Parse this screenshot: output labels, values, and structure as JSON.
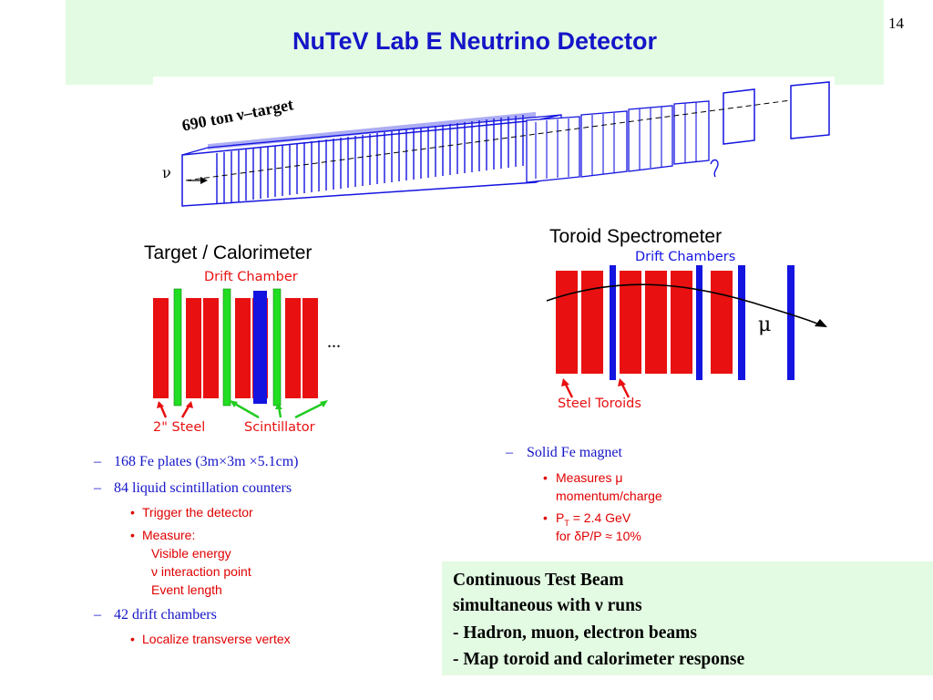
{
  "slide": {
    "title": "NuTeV Lab E Neutrino Detector",
    "number": "14"
  },
  "overview": {
    "target_label": "690 ton ν–target",
    "nu_label": "ν"
  },
  "target_cal": {
    "caption": "Target / Calorimeter",
    "drift_label": "Drift Chamber",
    "steel_label": "2\" Steel",
    "scint_label": "Scintillator",
    "ellipsis": "..."
  },
  "toroid": {
    "caption": "Toroid Spectrometer",
    "drift_label": "Drift Chambers",
    "steel_label": "Steel Toroids",
    "mu_label": "μ"
  },
  "left_bullets": {
    "plates": "168 Fe plates (3m×3m ×5.1cm)",
    "counters": "84 liquid scintillation counters",
    "trigger": "Trigger the detector",
    "measure": "Measure:",
    "visible_energy": "Visible energy",
    "interaction_point": "ν interaction point",
    "event_length": "Event length",
    "drift": "42 drift chambers",
    "localize": "Localize transverse vertex"
  },
  "right_bullets": {
    "magnet": "Solid Fe magnet",
    "measures": "Measures μ",
    "momentum": "momentum/charge",
    "pt_label": "P",
    "pt_sub": "T",
    "pt_value": " = 2.4 GeV",
    "for_text": "for δP/P ≈ 10%"
  },
  "test_beam": {
    "line1": "Continuous Test Beam",
    "line2": "simultaneous with ν runs",
    "line3": "-  Hadron, muon, electron beams",
    "line4": "-  Map toroid and calorimeter response"
  },
  "colors": {
    "title": "#1515c8",
    "band": "#e3fbe3",
    "steel": "#e81010",
    "scintillator": "#22dd22",
    "drift": "#1414e0"
  }
}
